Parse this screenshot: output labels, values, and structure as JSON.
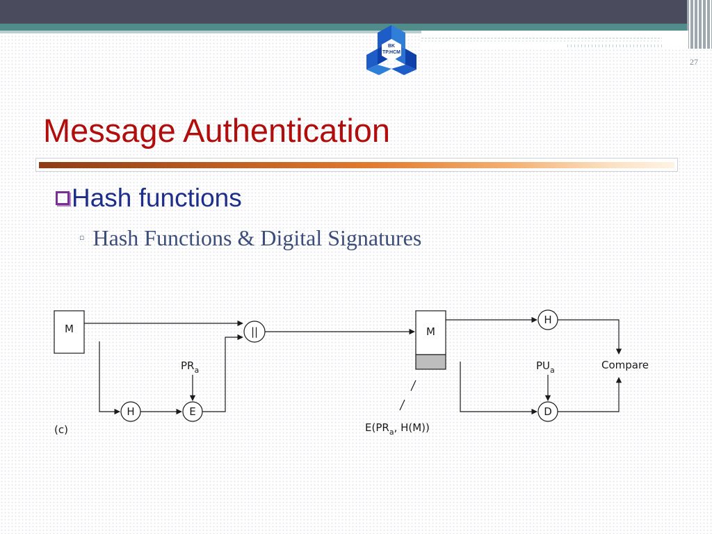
{
  "slide": {
    "page_number": "27",
    "title": "Message Authentication",
    "logo_line1": "BK",
    "logo_line2": "TP.HCM",
    "bullet_level1": "Hash functions",
    "bullet_level2": "Hash Functions & Digital Signatures"
  },
  "colors": {
    "title": "#b20d0d",
    "bullet": "#1d2e8a",
    "bullet_box": "#7a2f94",
    "top_bar": "#4a4b5c",
    "teal_bar": "#4f8c8a",
    "logo_blue": "#1e5cc8"
  },
  "diagram": {
    "label_c": "(c)",
    "sender_message": "M",
    "hash_sender": "H",
    "encrypt": "E",
    "concat": "||",
    "private_key_base": "PR",
    "private_key_sub": "a",
    "receiver_message": "M",
    "hash_receiver": "H",
    "decrypt": "D",
    "public_key_base": "PU",
    "public_key_sub": "a",
    "compare": "Compare",
    "signature_prefix": "E(PR",
    "signature_sub": "a",
    "signature_suffix": ", H(M))"
  }
}
